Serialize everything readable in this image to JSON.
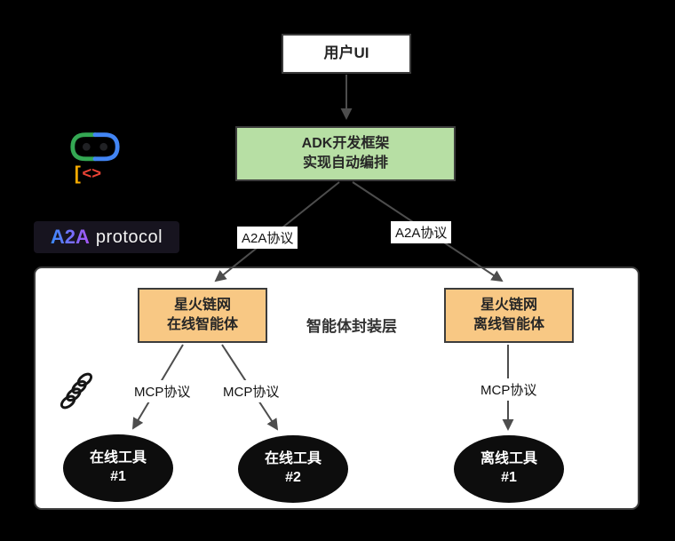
{
  "nodes": {
    "user_ui": {
      "label": "用户UI"
    },
    "adk": {
      "line1": "ADK开发框架",
      "line2": "实现自动编排"
    },
    "online_agent": {
      "line1": "星火链网",
      "line2": "在线智能体"
    },
    "offline_agent": {
      "line1": "星火链网",
      "line2": "离线智能体"
    },
    "tool_online_1": {
      "line1": "在线工具",
      "line2": "#1"
    },
    "tool_online_2": {
      "line1": "在线工具",
      "line2": "#2"
    },
    "tool_offline_1": {
      "line1": "离线工具",
      "line2": "#1"
    }
  },
  "edges": {
    "a2a_left": "A2A协议",
    "a2a_right": "A2A协议",
    "mcp_left_1": "MCP协议",
    "mcp_left_2": "MCP协议",
    "mcp_right": "MCP协议"
  },
  "labels": {
    "encapsulation_layer": "智能体封装层"
  },
  "logos": {
    "adk_icon": "adk-robot-icon",
    "mcp_icon": "mcp-coil-icon",
    "a2a": {
      "brand": "A2A",
      "suffix": "protocol"
    }
  },
  "colors": {
    "background": "#000000",
    "node_border": "#3c3c3c",
    "node_text": "#262626",
    "green_fill": "#b7dfa4",
    "orange_fill": "#f8c884",
    "ellipse_fill": "#0d0d0d",
    "arrow": "#4d4d4d",
    "a2a_gradient_start": "#3b8bff",
    "a2a_gradient_end": "#a855f7"
  }
}
